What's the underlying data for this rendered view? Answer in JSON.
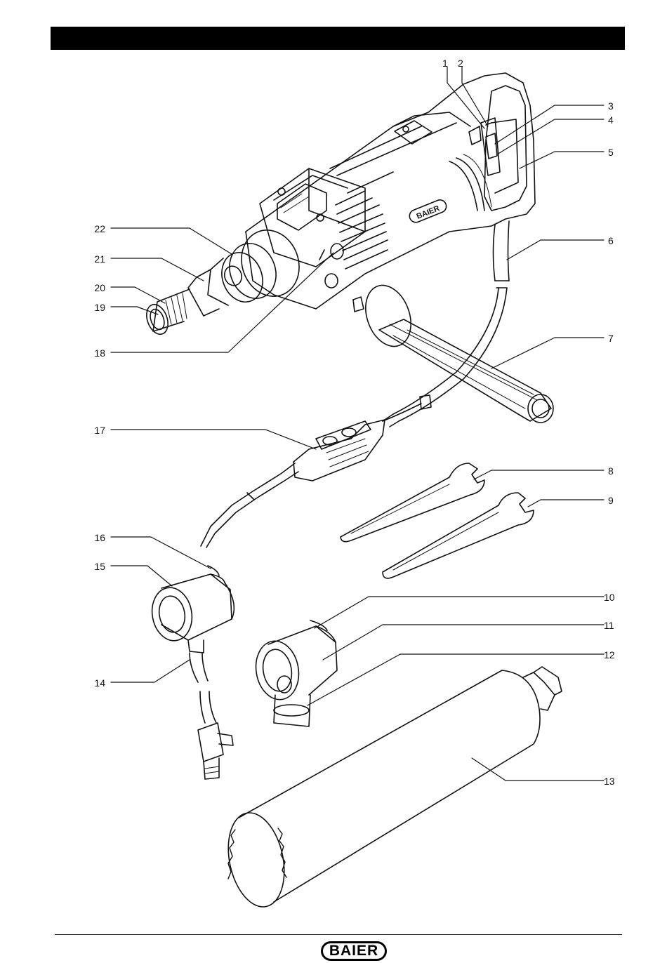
{
  "brand": "BAIER",
  "body_logo_text": "BAIER",
  "colors": {
    "line": "#111111",
    "bar": "#000000",
    "background": "#ffffff"
  },
  "callouts": [
    "1",
    "2",
    "3",
    "4",
    "5",
    "6",
    "7",
    "8",
    "9",
    "10",
    "11",
    "12",
    "13",
    "14",
    "15",
    "16",
    "17",
    "18",
    "19",
    "20",
    "21",
    "22"
  ]
}
